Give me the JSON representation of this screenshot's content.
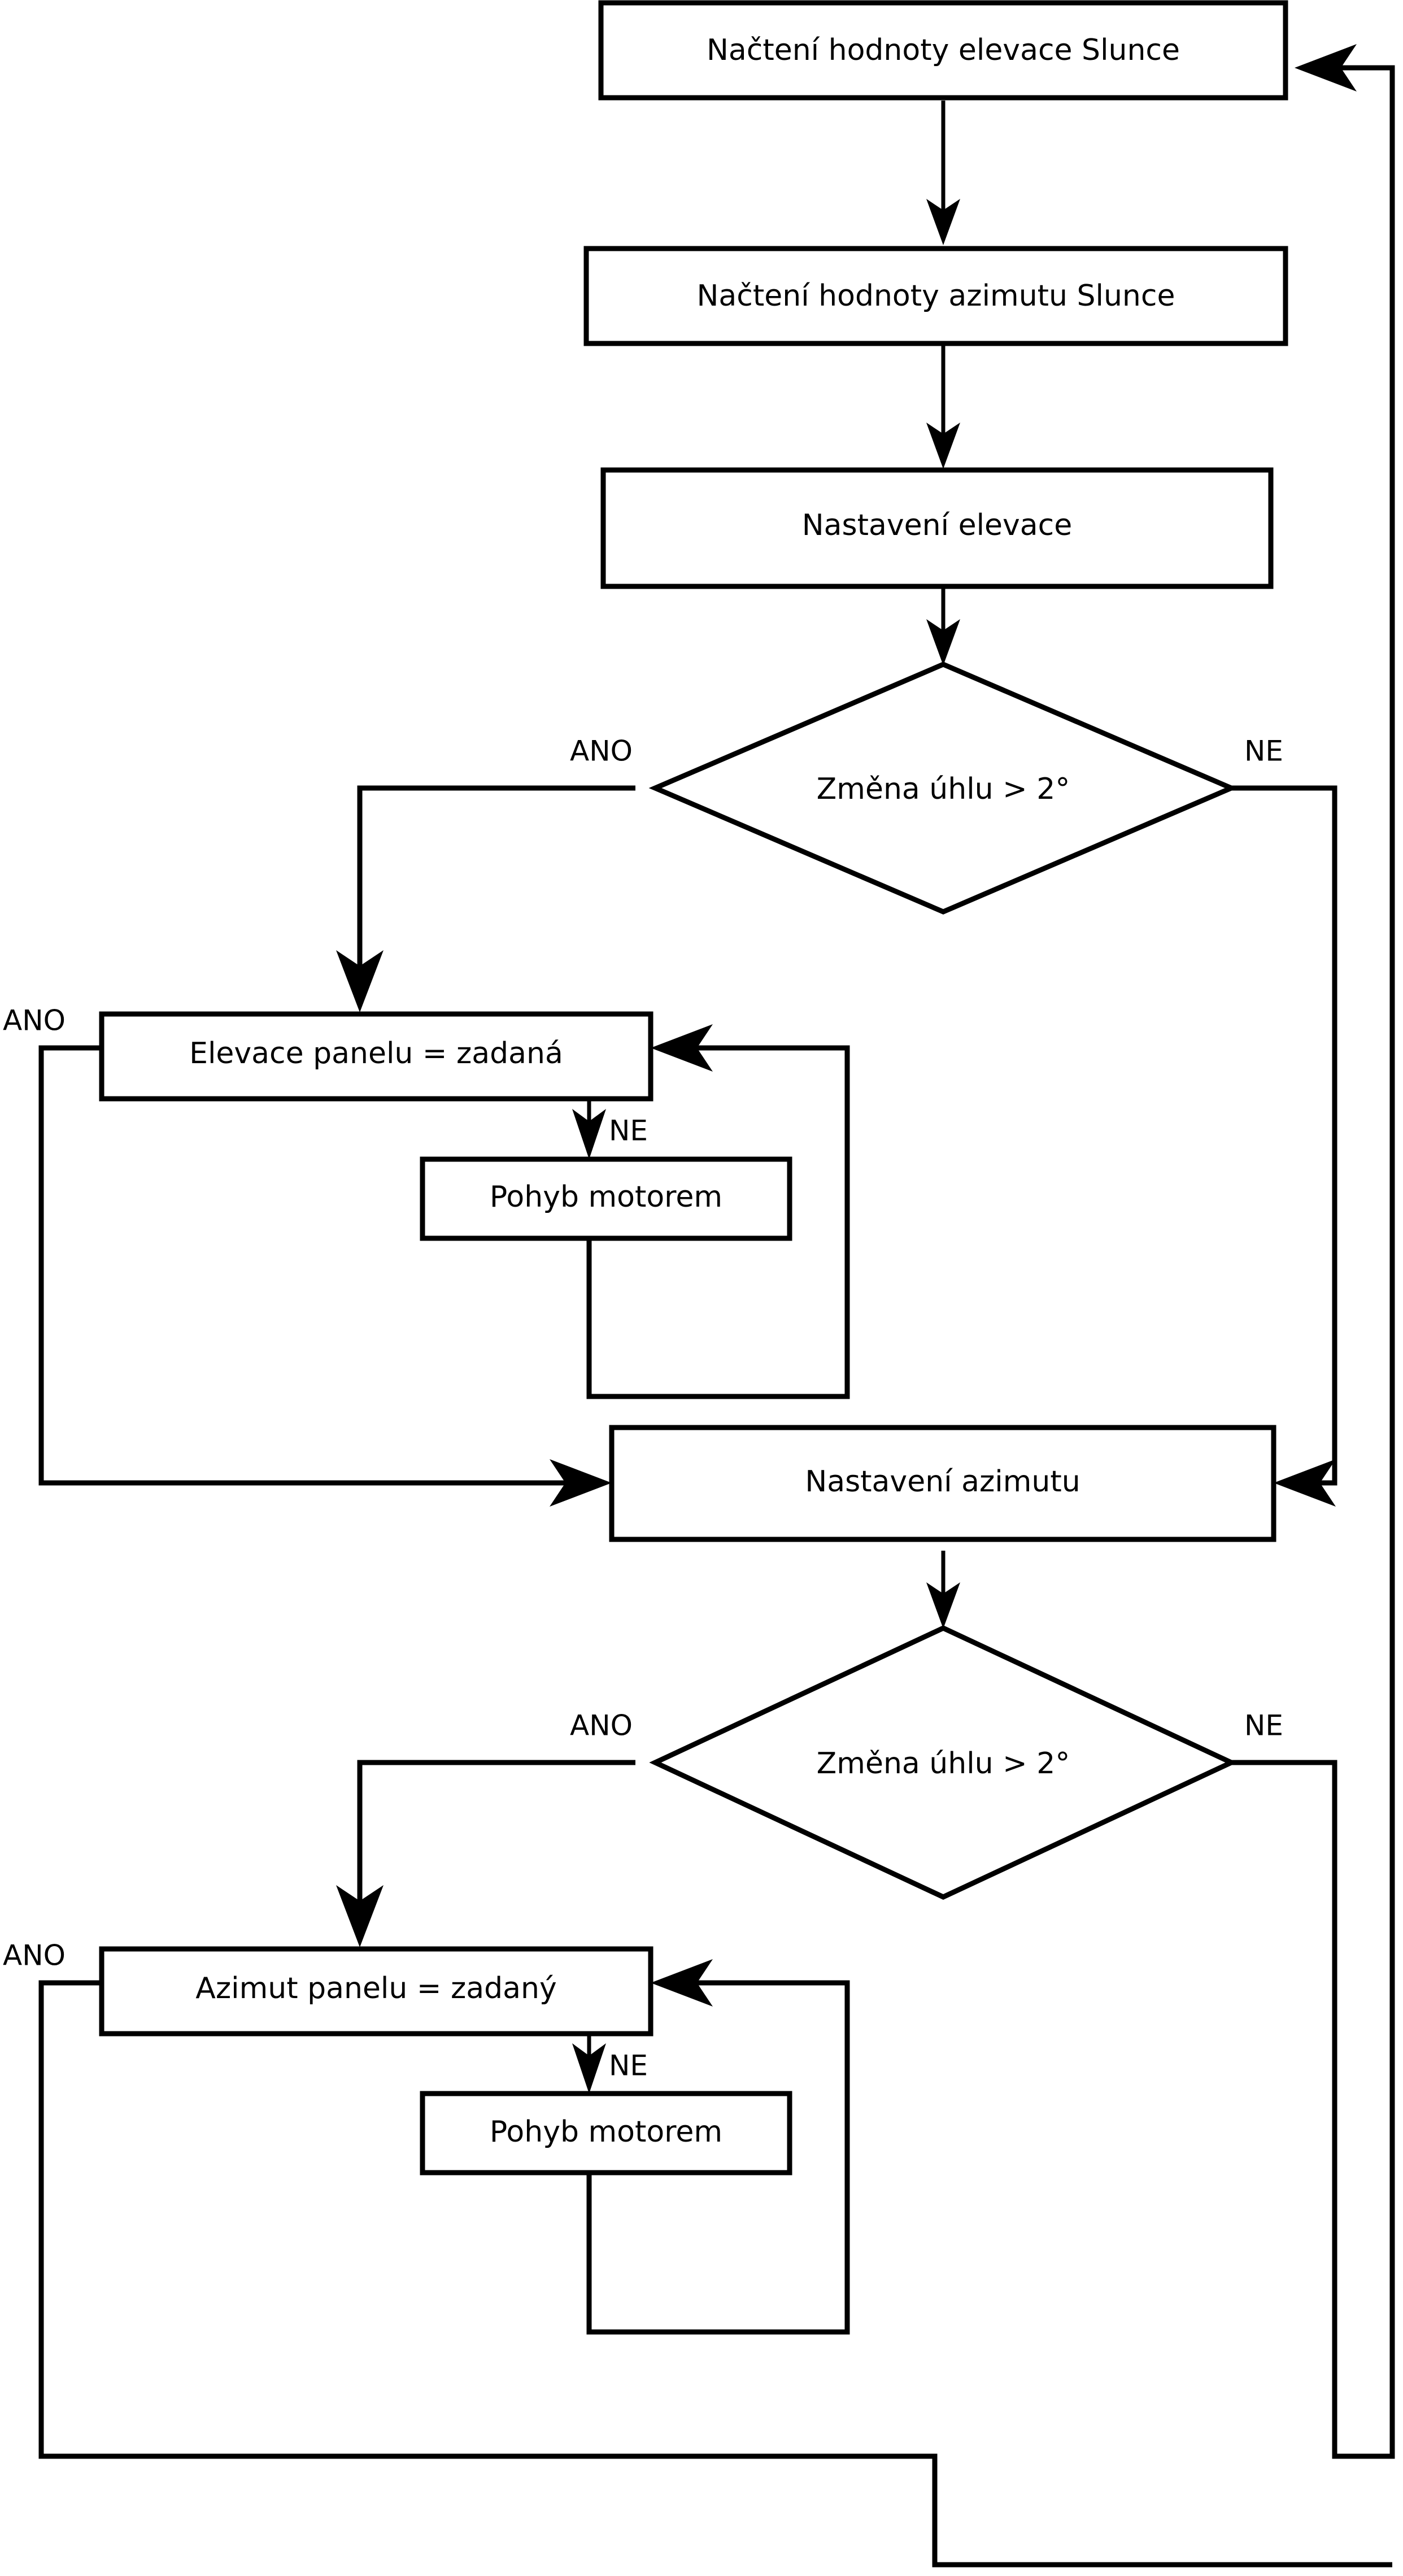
{
  "diagram": {
    "type": "flowchart",
    "language": "cs",
    "orientation": "top-to-bottom",
    "colors": {
      "background": "#ffffff",
      "stroke": "#000000",
      "node_fill": "#ffffff",
      "text": "#000000"
    },
    "nodes": [
      {
        "id": "read_elevation",
        "shape": "process",
        "label": "Načtení hodnoty elevace Slunce"
      },
      {
        "id": "read_azimuth",
        "shape": "process",
        "label": "Načtení hodnoty azimutu Slunce"
      },
      {
        "id": "set_elevation",
        "shape": "process",
        "label": "Nastavení elevace"
      },
      {
        "id": "decide_elevation",
        "shape": "decision",
        "label": "Změna úhlu > 2°"
      },
      {
        "id": "panel_elevation",
        "shape": "decision-box",
        "label": "Elevace panelu = zadaná"
      },
      {
        "id": "motor_move_elev",
        "shape": "process",
        "label": "Pohyb motorem"
      },
      {
        "id": "set_azimuth",
        "shape": "process",
        "label": "Nastavení azimutu"
      },
      {
        "id": "decide_azimuth",
        "shape": "decision",
        "label": "Změna úhlu > 2°"
      },
      {
        "id": "panel_azimuth",
        "shape": "decision-box",
        "label": "Azimut panelu = zadaný"
      },
      {
        "id": "motor_move_azim",
        "shape": "process",
        "label": "Pohyb motorem"
      }
    ],
    "edge_labels": {
      "decide_elevation_yes": "ANO",
      "decide_elevation_no": "NE",
      "panel_elevation_yes": "ANO",
      "panel_elevation_no": "NE",
      "decide_azimuth_yes": "ANO",
      "decide_azimuth_no": "NE",
      "panel_azimuth_yes": "ANO",
      "panel_azimuth_no": "NE"
    },
    "edges": [
      {
        "from": "read_elevation",
        "to": "read_azimuth",
        "label": ""
      },
      {
        "from": "read_azimuth",
        "to": "set_elevation",
        "label": ""
      },
      {
        "from": "set_elevation",
        "to": "decide_elevation",
        "label": ""
      },
      {
        "from": "decide_elevation",
        "to": "panel_elevation",
        "label": "ANO"
      },
      {
        "from": "decide_elevation",
        "to": "set_azimuth",
        "label": "NE"
      },
      {
        "from": "panel_elevation",
        "to": "set_azimuth",
        "label": "ANO"
      },
      {
        "from": "panel_elevation",
        "to": "motor_move_elev",
        "label": "NE"
      },
      {
        "from": "motor_move_elev",
        "to": "panel_elevation",
        "label": ""
      },
      {
        "from": "set_azimuth",
        "to": "decide_azimuth",
        "label": ""
      },
      {
        "from": "decide_azimuth",
        "to": "panel_azimuth",
        "label": "ANO"
      },
      {
        "from": "decide_azimuth",
        "to": "read_elevation",
        "label": "NE"
      },
      {
        "from": "panel_azimuth",
        "to": "read_elevation",
        "label": "ANO"
      },
      {
        "from": "panel_azimuth",
        "to": "motor_move_azim",
        "label": "NE"
      },
      {
        "from": "motor_move_azim",
        "to": "panel_azimuth",
        "label": ""
      }
    ]
  }
}
